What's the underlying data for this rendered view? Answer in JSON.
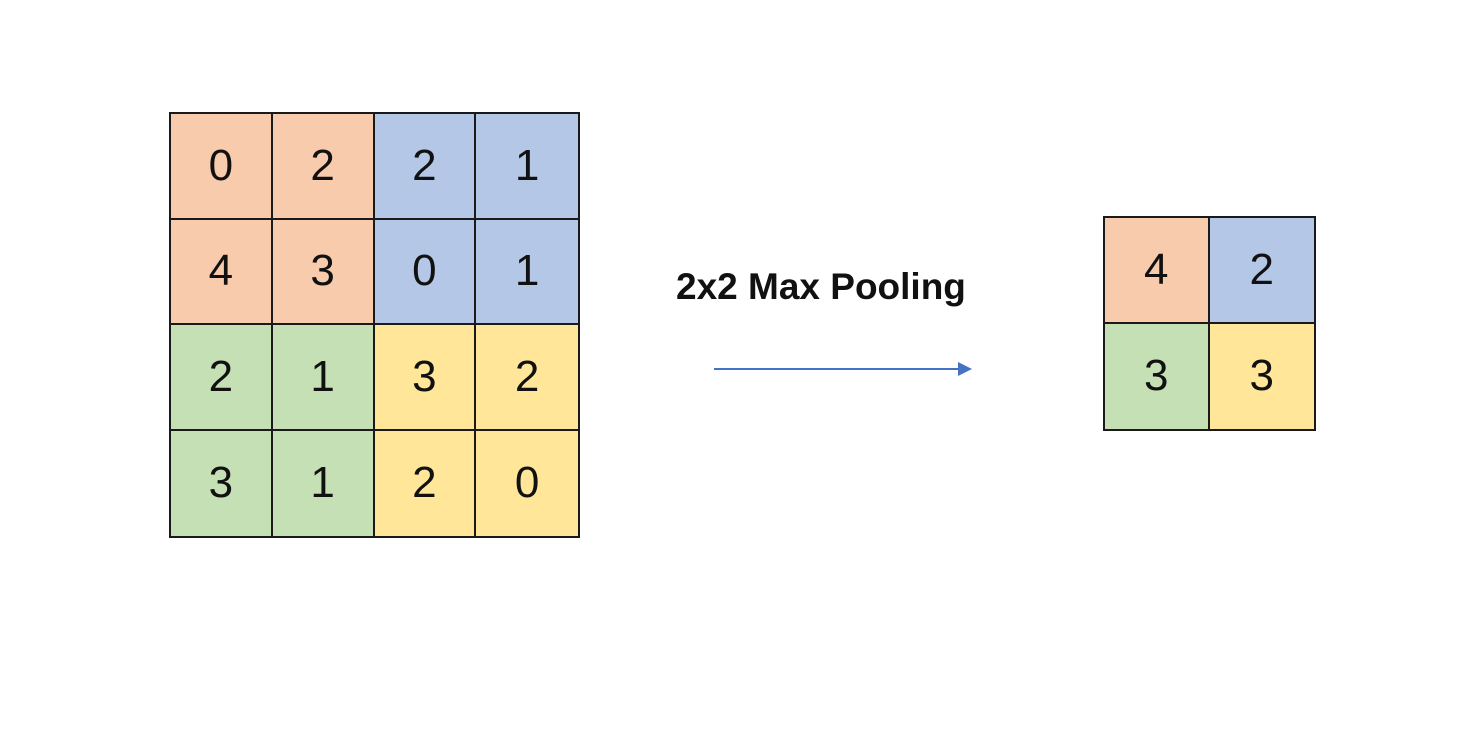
{
  "colors": {
    "top_left": "#f8cbad",
    "top_right": "#b4c7e7",
    "bottom_left": "#c5e0b4",
    "bottom_right": "#ffe699",
    "arrow": "#4472c4"
  },
  "input_matrix": {
    "rows": [
      [
        "0",
        "2",
        "2",
        "1"
      ],
      [
        "4",
        "3",
        "0",
        "1"
      ],
      [
        "2",
        "1",
        "3",
        "2"
      ],
      [
        "3",
        "1",
        "2",
        "0"
      ]
    ]
  },
  "operation_label": "2x2 Max Pooling",
  "arrow_icon": "right-arrow-icon",
  "output_matrix": {
    "rows": [
      [
        "4",
        "2"
      ],
      [
        "3",
        "3"
      ]
    ]
  }
}
